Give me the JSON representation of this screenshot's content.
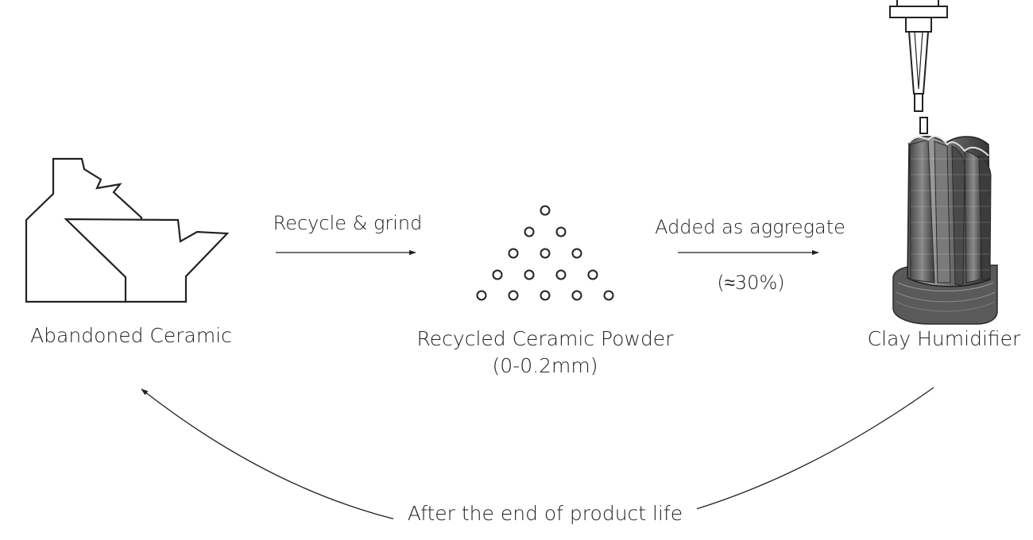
{
  "nodes": {
    "abandoned": {
      "label": "Abandoned Ceramic",
      "icon": "broken-teapot-icon"
    },
    "powder": {
      "label": "Recycled Ceramic Powder",
      "sublabel": "(0-0.2mm)",
      "icon": "powder-dots-icon"
    },
    "humidifier": {
      "label": "Clay Humidifier",
      "icon": "printed-humidifier-icon"
    }
  },
  "edges": {
    "grind": {
      "label": "Recycle & grind"
    },
    "aggregate": {
      "label": "Added as aggregate",
      "sublabel": "(≈30%)"
    },
    "cycle": {
      "label": "After the end of product life"
    }
  },
  "colors": {
    "line": "#222222",
    "print_dark": "#3c3c3c",
    "print_mid": "#6e6e6e",
    "print_light": "#a9a9a9"
  }
}
